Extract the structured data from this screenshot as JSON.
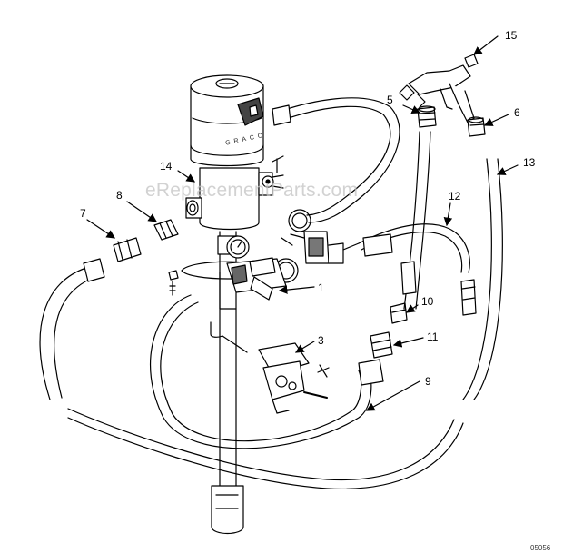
{
  "watermark": "eReplacementParts.com",
  "drawing_number": "05056",
  "brand_mark": "GRACO",
  "callouts": [
    {
      "id": "c1",
      "label": "1"
    },
    {
      "id": "c3",
      "label": "3"
    },
    {
      "id": "c5",
      "label": "5"
    },
    {
      "id": "c6",
      "label": "6"
    },
    {
      "id": "c7",
      "label": "7"
    },
    {
      "id": "c8",
      "label": "8"
    },
    {
      "id": "c9",
      "label": "9"
    },
    {
      "id": "c10",
      "label": "10"
    },
    {
      "id": "c11",
      "label": "11"
    },
    {
      "id": "c12",
      "label": "12"
    },
    {
      "id": "c13",
      "label": "13"
    },
    {
      "id": "c14",
      "label": "14"
    },
    {
      "id": "c15",
      "label": "15"
    }
  ]
}
